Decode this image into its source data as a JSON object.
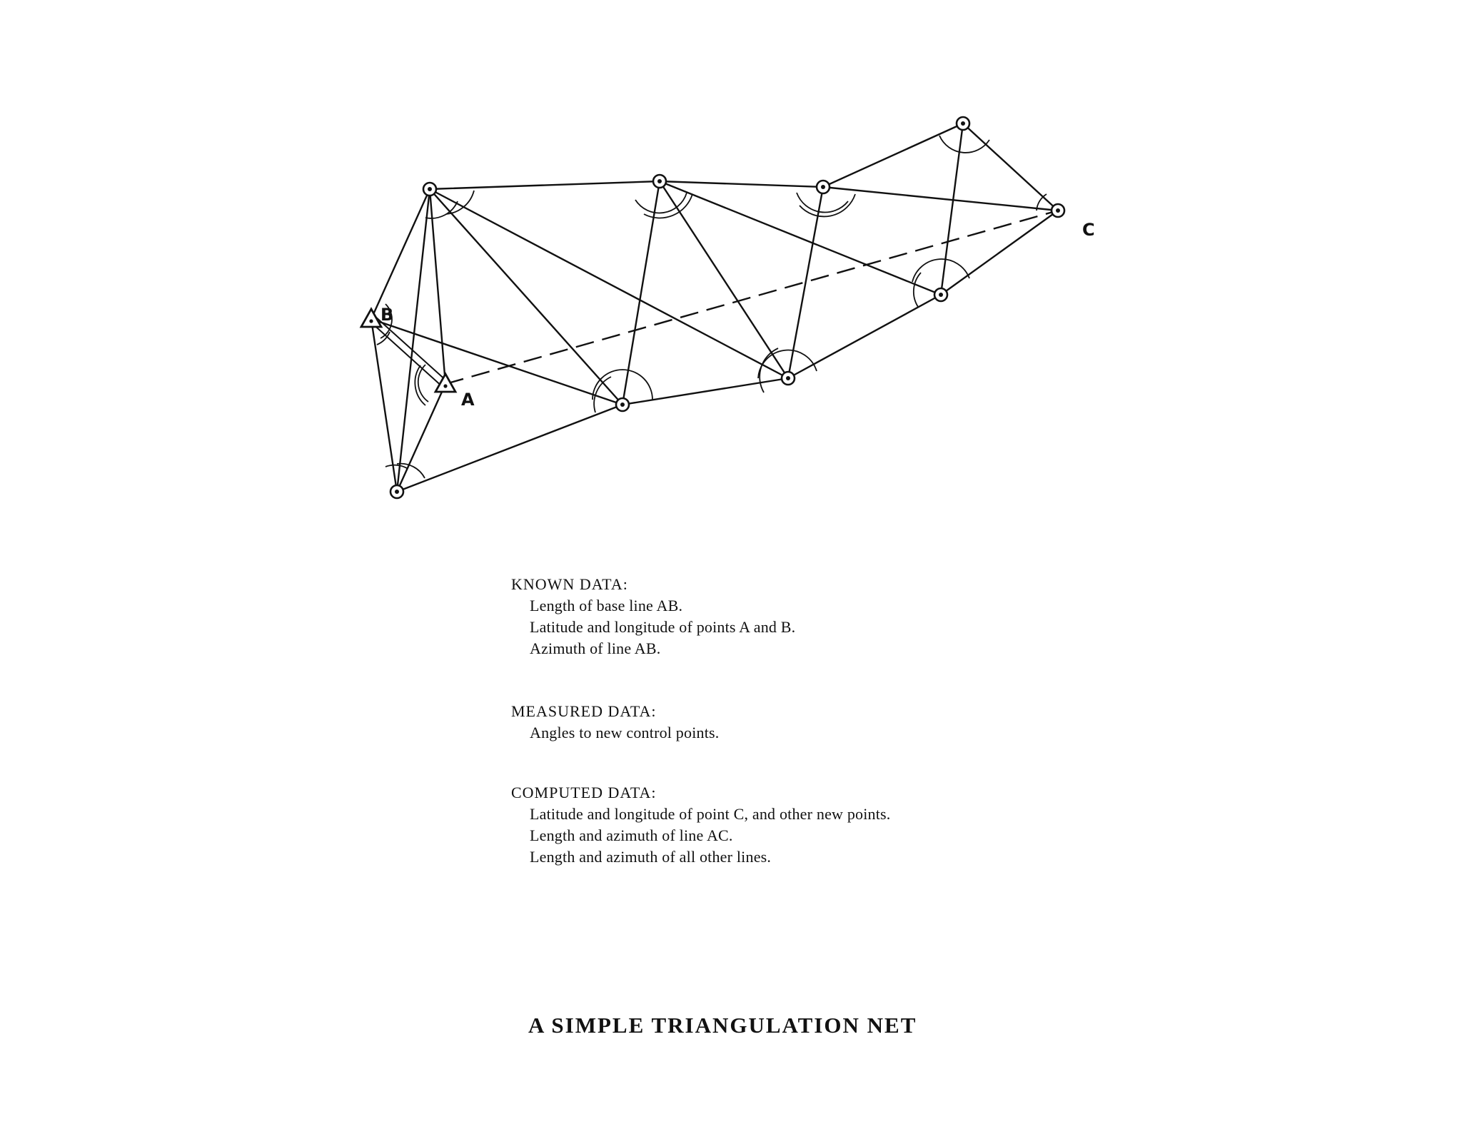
{
  "diagram": {
    "point_labels": {
      "a": "A",
      "b": "B",
      "c": "C"
    }
  },
  "known_data": {
    "heading": "KNOWN DATA:",
    "items": [
      "Length of base line AB.",
      "Latitude and longitude of points A and B.",
      "Azimuth of line AB."
    ]
  },
  "measured_data": {
    "heading": "MEASURED DATA:",
    "items": [
      "Angles to new control points."
    ]
  },
  "computed_data": {
    "heading": "COMPUTED DATA:",
    "items": [
      "Latitude and longitude of point C, and other new points.",
      "Length and azimuth of line AC.",
      "Length and azimuth of all other lines."
    ]
  },
  "figure_title": "A SIMPLE TRIANGULATION NET"
}
